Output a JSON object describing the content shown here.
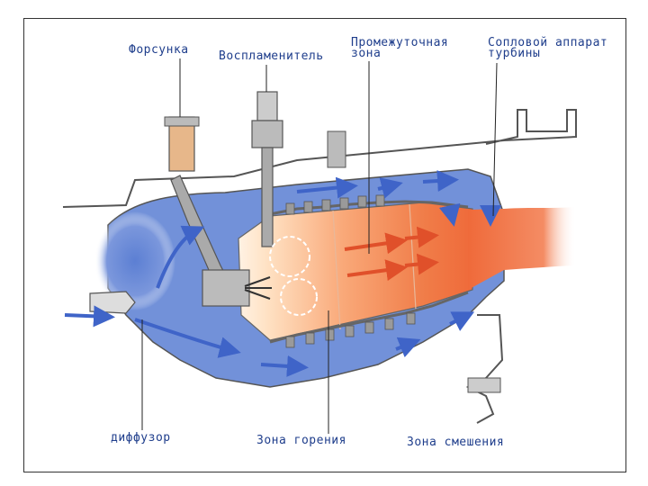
{
  "labels": {
    "nozzle": "Форсунка",
    "igniter": "Воспламенитель",
    "intermediate_line1": "Промежуточная",
    "intermediate_line2": "зона",
    "turbine_line1": "Сопловой аппарат",
    "turbine_line2": "турбины",
    "diffuser": "диффузор",
    "combustion": "Зона горения",
    "mixing": "Зона смешения"
  },
  "colors": {
    "label_text": "#1f3e8c",
    "air_flow": "#3f64c8",
    "air_region": "#6f8fd8",
    "flame_core": "#ffe6c8",
    "flame_hot": "#f07a40",
    "metal": "#b8b8b8",
    "metal_edge": "#555555"
  }
}
